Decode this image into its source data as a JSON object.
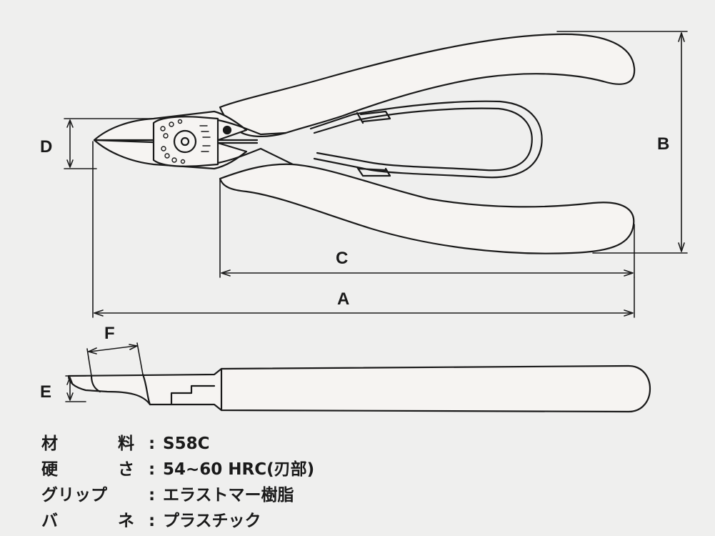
{
  "dimension_labels": {
    "a": "A",
    "b": "B",
    "c": "C",
    "d": "D",
    "e": "E",
    "f": "F"
  },
  "specs": [
    {
      "label_parts": [
        "材",
        "料"
      ],
      "colon": ":",
      "value": "S58C"
    },
    {
      "label_parts": [
        "硬",
        "さ"
      ],
      "colon": ":",
      "value": "54~60 HRC(刃部)"
    },
    {
      "label_parts": [
        "グリップ"
      ],
      "colon": ":",
      "value": "エラストマー樹脂"
    },
    {
      "label_parts": [
        "バ",
        "ネ"
      ],
      "colon": ":",
      "value": "プラスチック"
    }
  ],
  "colors": {
    "background": "#efefee",
    "line": "#1a1a1a",
    "grip_fill": "#f6f4f2"
  }
}
